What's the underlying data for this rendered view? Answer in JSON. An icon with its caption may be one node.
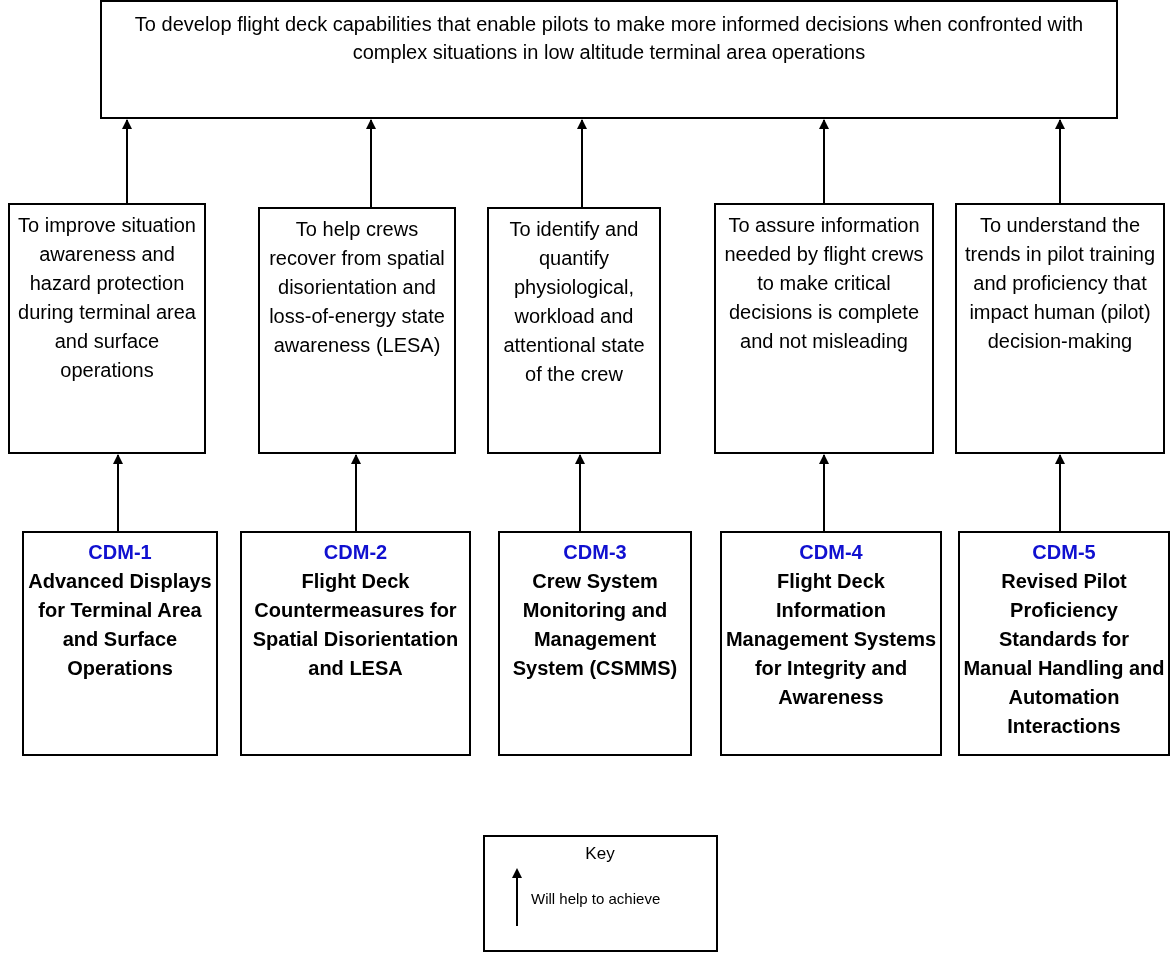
{
  "diagram": {
    "nodes": [
      {
        "text": [
          "To develop flight deck capabilities that enable pilots to make more informed decisions when confronted with complex situations in low altitude terminal area operations"
        ]
      },
      {
        "text": [
          "To improve situation awareness and hazard protection during terminal area and surface operations"
        ]
      },
      {
        "text": [
          "To help crews recover from spatial disorientation and loss-of-energy state awareness (LESA)"
        ]
      },
      {
        "text": [
          "To identify and quantify physiological, workload and attentional state of the crew"
        ]
      },
      {
        "text": [
          "To assure information needed by flight crews to make critical decisions is complete and not misleading"
        ]
      },
      {
        "text": [
          "To understand the trends in pilot training and proficiency that impact human (pilot) decision-making"
        ]
      },
      {
        "text": [
          "CDM-1",
          "Advanced Displays for Terminal Area and Surface Operations"
        ]
      },
      {
        "text": [
          "CDM-2",
          "Flight Deck Countermeasures for Spatial Disorientation and LESA"
        ]
      },
      {
        "text": [
          "CDM-3",
          "Crew System Monitoring and Management System (CSMMS)"
        ]
      },
      {
        "text": [
          "CDM-4",
          "Flight Deck Information Management Systems for Integrity and Awareness"
        ]
      },
      {
        "text": [
          "CDM-5",
          "Revised Pilot Proficiency Standards for Manual Handling and Automation Interactions"
        ]
      }
    ],
    "edges": [
      {
        "from": 1,
        "to": 0,
        "arrow": "to"
      },
      {
        "from": 2,
        "to": 0,
        "arrow": "to"
      },
      {
        "from": 3,
        "to": 0,
        "arrow": "to"
      },
      {
        "from": 4,
        "to": 0,
        "arrow": "to"
      },
      {
        "from": 5,
        "to": 0,
        "arrow": "to"
      },
      {
        "from": 6,
        "to": 1,
        "arrow": "to"
      },
      {
        "from": 7,
        "to": 2,
        "arrow": "to"
      },
      {
        "from": 8,
        "to": 3,
        "arrow": "to"
      },
      {
        "from": 9,
        "to": 4,
        "arrow": "to"
      },
      {
        "from": 10,
        "to": 5,
        "arrow": "to"
      }
    ],
    "labels": [
      "Key"
    ],
    "legend": [
      {
        "text": "Will help to achieve"
      }
    ]
  }
}
